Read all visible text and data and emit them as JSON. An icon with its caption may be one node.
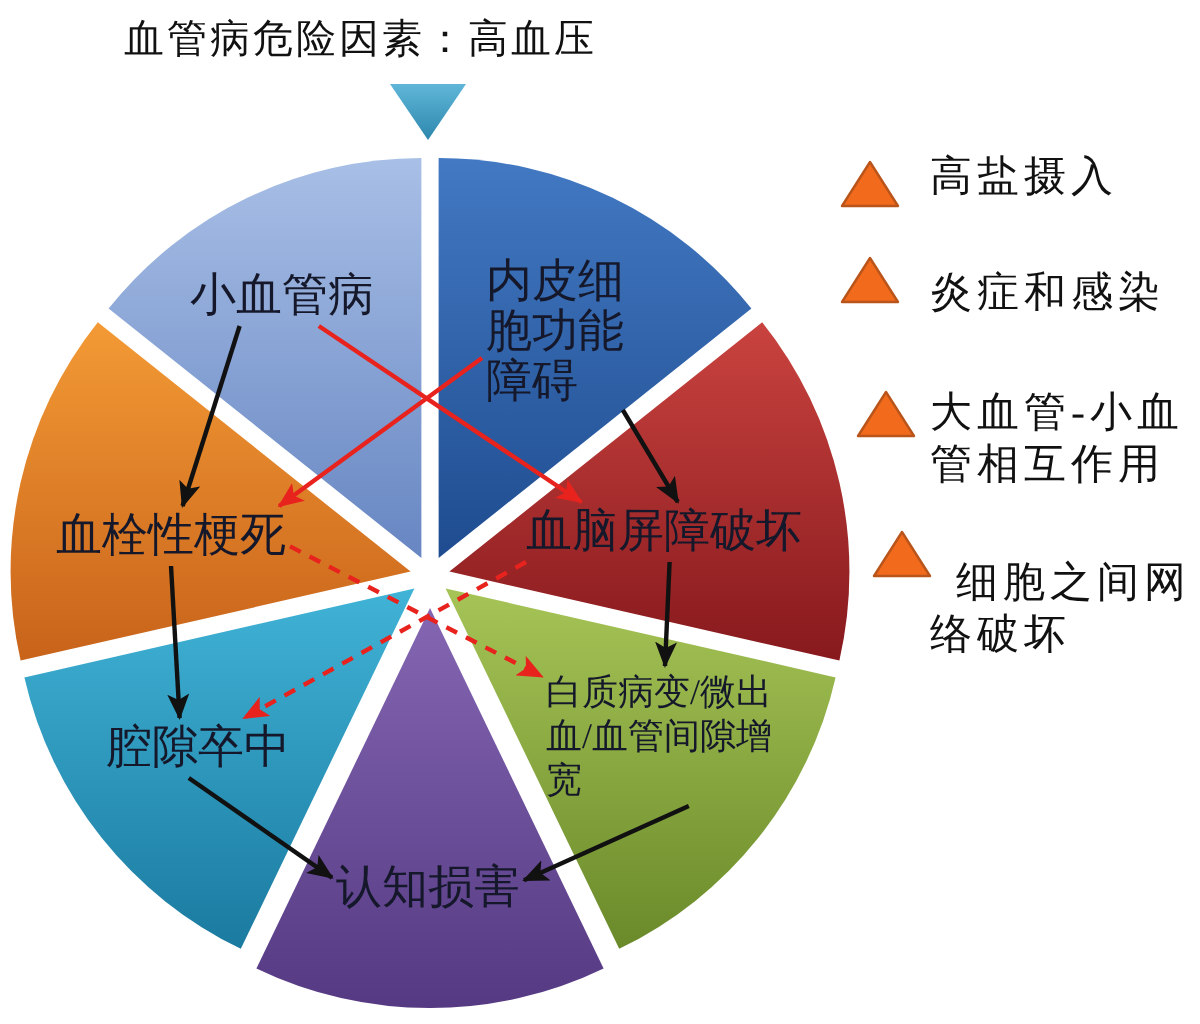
{
  "diagram": {
    "title": "血管病危险因素：高血压",
    "nodes": [
      {
        "text": [
          "小血管病"
        ]
      },
      {
        "text": [
          "内皮细胞功能障碍"
        ]
      },
      {
        "text": [
          "血栓性梗死"
        ]
      },
      {
        "text": [
          "血脑屏障破坏"
        ]
      },
      {
        "text": [
          "腔隙卒中"
        ]
      },
      {
        "text": [
          "白质病变/微出血/血管间隙增宽"
        ]
      },
      {
        "text": [
          "认知损害"
        ]
      }
    ],
    "edges": [
      {
        "from": 0,
        "to": 2,
        "arrow": "to"
      },
      {
        "from": 0,
        "to": 3,
        "arrow": "to",
        "color": "#e8231e"
      },
      {
        "from": 1,
        "to": 2,
        "arrow": "to",
        "color": "#e8231e"
      },
      {
        "from": 1,
        "to": 3,
        "arrow": "to"
      },
      {
        "from": 2,
        "to": 4,
        "arrow": "to"
      },
      {
        "from": 3,
        "to": 5,
        "arrow": "to"
      },
      {
        "from": 4,
        "to": 6,
        "arrow": "to"
      },
      {
        "from": 5,
        "to": 6,
        "arrow": "to"
      },
      {
        "from": 2,
        "to": 5,
        "arrow": "to",
        "style": "dashed",
        "color": "#e8231e"
      },
      {
        "from": 3,
        "to": 4,
        "arrow": "to",
        "style": "dashed",
        "color": "#e8231e"
      }
    ],
    "labels": [
      "高盐摄入",
      "炎症和感染",
      "大血管-小血管相互作用",
      "细胞之间网络破坏"
    ]
  }
}
